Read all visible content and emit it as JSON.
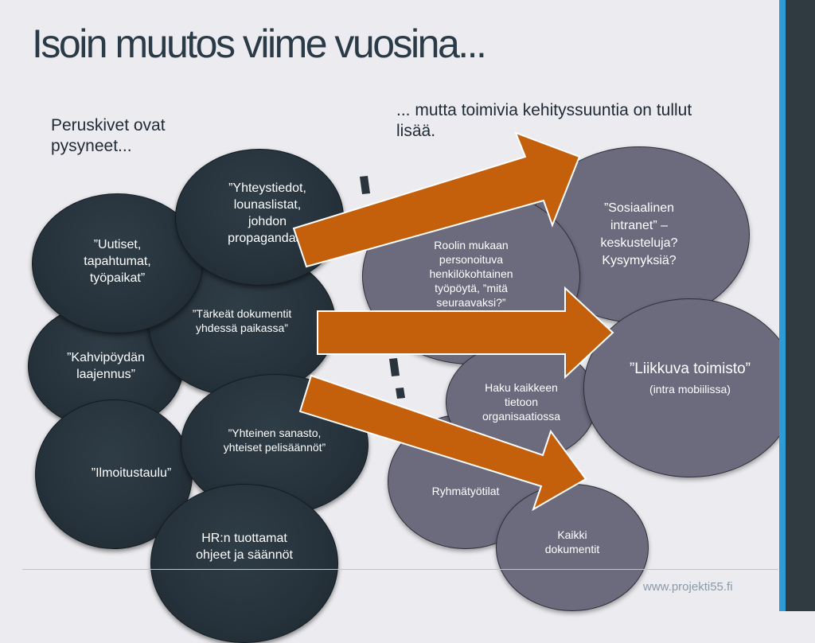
{
  "title": "Isoin muutos viime vuosina...",
  "left_subtitle": "Peruskivet ovat pysyneet...",
  "right_subtitle": "... mutta toimivia kehityssuuntia on tullut lisää.",
  "left_bubbles": {
    "kahvipoyta": "”Kahvipöydän laajennus”",
    "uutiset": "”Uutiset, tapahtumat, työpaikat”",
    "tarkeat": "”Tärkeät dokumentit yhdessä paikassa”",
    "yhteystiedot": "”Yhteystiedot, lounaslistat, johdon propagandaa”",
    "ilmoitustaulu": "”Ilmoitustaulu”",
    "sanasto": "”Yhteinen sanasto, yhteiset pelisäännöt”",
    "hr": "HR:n tuottamat ohjeet ja säännöt"
  },
  "right_bubbles": {
    "roolin": "Roolin mukaan personoituva henkilökohtainen työpöytä, ”mitä seuraavaksi?”",
    "sosiaalinen": "”Sosiaalinen intranet” – keskusteluja? Kysymyksiä?",
    "haku": "Haku kaikkeen tietoon organisaatiossa",
    "liikkuva_main": "”Liikkuva toimisto”",
    "liikkuva_note": "(intra mobiilissa)",
    "ryhmatyotilat": "Ryhmätyötilat",
    "kaikki": "Kaikki dokumentit"
  },
  "footer": "www.projekti55.fi",
  "colors": {
    "dark_bubble": "#26323b",
    "grey_bubble": "#6c6a7d",
    "arrow": "#c45f0c",
    "accent_blue": "#2e9ad6",
    "side_bar": "#2f3a41"
  }
}
